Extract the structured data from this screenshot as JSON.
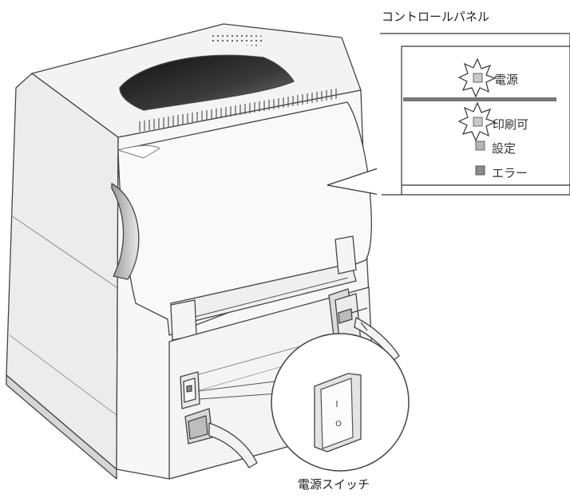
{
  "labels": {
    "control_panel": "コントロールパネル",
    "power_switch": "電源スイッチ"
  },
  "panel": {
    "leds": [
      {
        "label": "電源",
        "blinking": true
      },
      {
        "label": "印刷可",
        "blinking": true
      },
      {
        "label": "設定",
        "blinking": false
      },
      {
        "label": "エラー",
        "blinking": false
      }
    ]
  },
  "switch": {
    "on_mark": "I",
    "off_mark": "O"
  }
}
